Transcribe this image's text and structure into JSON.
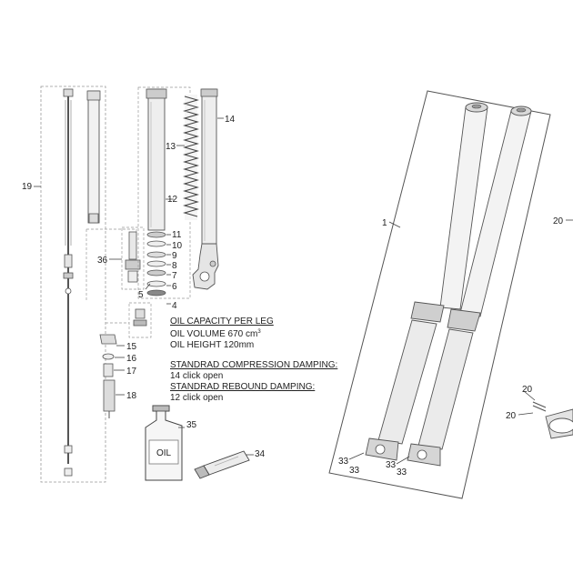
{
  "callouts": {
    "c1": "1",
    "c4": "4",
    "c5": "5",
    "c6": "6",
    "c7": "7",
    "c8": "8",
    "c9": "9",
    "c10": "10",
    "c11": "11",
    "c12": "12",
    "c13": "13",
    "c14": "14",
    "c15": "15",
    "c16": "16",
    "c17": "17",
    "c18": "18",
    "c19": "19",
    "c20a": "20",
    "c20b": "20",
    "c20c": "20",
    "c33a": "33",
    "c33b": "33",
    "c33c": "33",
    "c33d": "33",
    "c34": "34",
    "c35": "35",
    "c36": "36"
  },
  "notes": {
    "oil_capacity_title": "OIL CAPACITY PER LEG",
    "oil_volume_text": "OIL VOLUME 670 cm",
    "oil_volume_sup": "3",
    "oil_height": "OIL HEIGHT 120mm",
    "compression_title": "STANDRAD COMPRESSION DAMPING:",
    "compression_value": "14 click open",
    "rebound_title": "STANDRAD REBOUND DAMPING:",
    "rebound_value": "12 click open"
  },
  "bottle_label": "OIL",
  "colors": {
    "line": "#444444",
    "dash": "#888888",
    "fill_light": "#f2f2f2",
    "fill_mid": "#d8d8d8",
    "fill_dark": "#9a9a9a"
  }
}
